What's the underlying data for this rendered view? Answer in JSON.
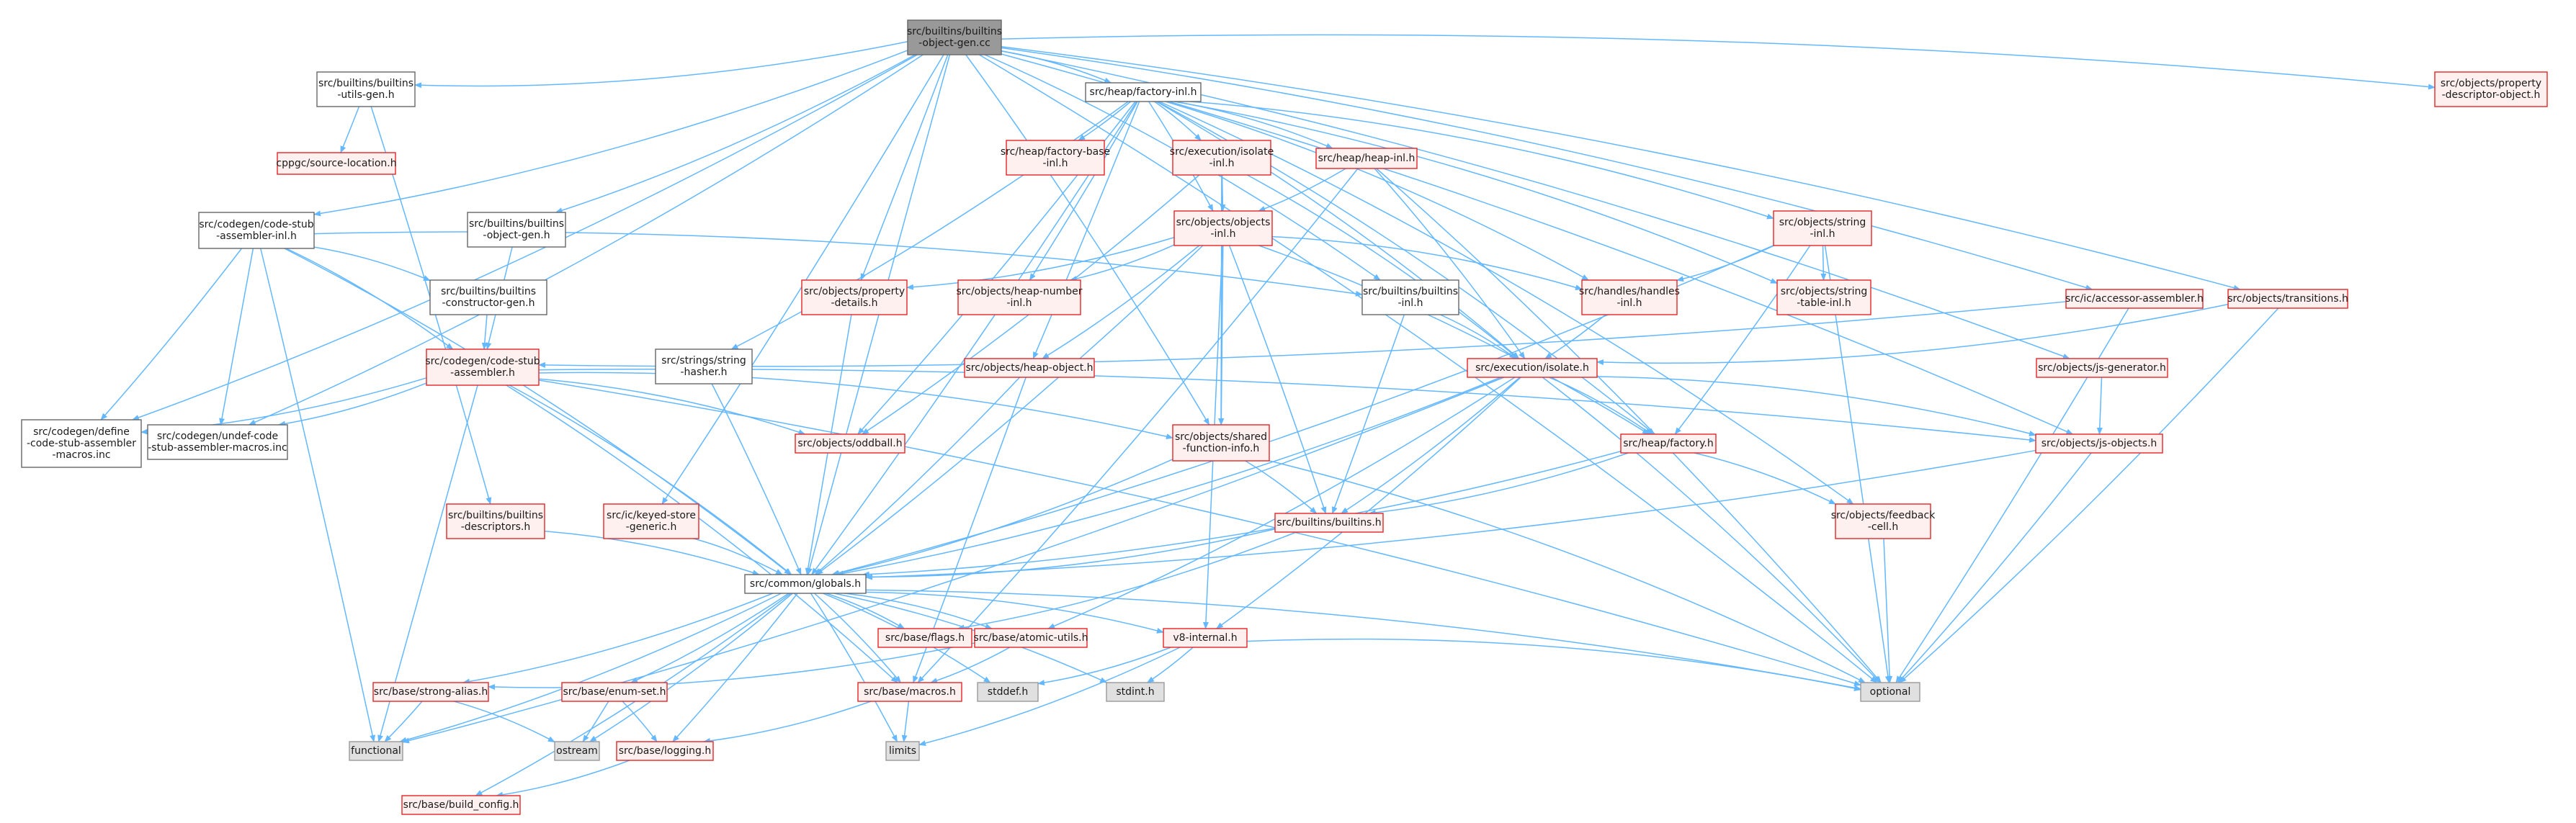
{
  "graph": {
    "title": "",
    "colors": {
      "edge": "#63b8ff",
      "node_border": "#e32626",
      "root_fill": "#999999",
      "system_fill": "#e0e0e0"
    },
    "nodes": [
      {
        "id": "root",
        "lines": [
          "src/builtins/builtins",
          "-object-gen.cc"
        ],
        "kind": "gray"
      },
      {
        "id": "utils_gen",
        "lines": [
          "src/builtins/builtins",
          "-utils-gen.h"
        ],
        "kind": "black"
      },
      {
        "id": "factory_inl",
        "lines": [
          "src/heap/factory-inl.h"
        ],
        "kind": "black"
      },
      {
        "id": "prop_desc_obj",
        "lines": [
          "src/objects/property",
          "-descriptor-object.h"
        ],
        "kind": "red"
      },
      {
        "id": "source_loc",
        "lines": [
          "cppgc/source-location.h"
        ],
        "kind": "red"
      },
      {
        "id": "factory_base",
        "lines": [
          "src/heap/factory-base",
          "-inl.h"
        ],
        "kind": "red"
      },
      {
        "id": "isolate_inl",
        "lines": [
          "src/execution/isolate",
          "-inl.h"
        ],
        "kind": "red"
      },
      {
        "id": "heap_inl",
        "lines": [
          "src/heap/heap-inl.h"
        ],
        "kind": "red"
      },
      {
        "id": "csa_inl",
        "lines": [
          "src/codegen/code-stub",
          "-assembler-inl.h"
        ],
        "kind": "black"
      },
      {
        "id": "obj_gen_h",
        "lines": [
          "src/builtins/builtins",
          "-object-gen.h"
        ],
        "kind": "black"
      },
      {
        "id": "objects_inl",
        "lines": [
          "src/objects/objects",
          "-inl.h"
        ],
        "kind": "red"
      },
      {
        "id": "string_inl",
        "lines": [
          "src/objects/string",
          "-inl.h"
        ],
        "kind": "red"
      },
      {
        "id": "ctor_gen",
        "lines": [
          "src/builtins/builtins",
          "-constructor-gen.h"
        ],
        "kind": "black"
      },
      {
        "id": "prop_details",
        "lines": [
          "src/objects/property",
          "-details.h"
        ],
        "kind": "red"
      },
      {
        "id": "heap_number",
        "lines": [
          "src/objects/heap-number",
          "-inl.h"
        ],
        "kind": "red"
      },
      {
        "id": "builtins_inl",
        "lines": [
          "src/builtins/builtins",
          "-inl.h"
        ],
        "kind": "black"
      },
      {
        "id": "handles_inl",
        "lines": [
          "src/handles/handles",
          "-inl.h"
        ],
        "kind": "red"
      },
      {
        "id": "string_table",
        "lines": [
          "src/objects/string",
          "-table-inl.h"
        ],
        "kind": "red"
      },
      {
        "id": "accessor_asm",
        "lines": [
          "src/ic/accessor-assembler.h"
        ],
        "kind": "red"
      },
      {
        "id": "transitions",
        "lines": [
          "src/objects/transitions.h"
        ],
        "kind": "red"
      },
      {
        "id": "csa",
        "lines": [
          "src/codegen/code-stub",
          "-assembler.h"
        ],
        "kind": "red"
      },
      {
        "id": "string_hasher",
        "lines": [
          "src/strings/string",
          "-hasher.h"
        ],
        "kind": "black"
      },
      {
        "id": "heap_object",
        "lines": [
          "src/objects/heap-object.h"
        ],
        "kind": "red"
      },
      {
        "id": "isolate",
        "lines": [
          "src/execution/isolate.h"
        ],
        "kind": "red"
      },
      {
        "id": "js_generator",
        "lines": [
          "src/objects/js-generator.h"
        ],
        "kind": "red"
      },
      {
        "id": "define_macros",
        "lines": [
          "src/codegen/define",
          "-code-stub-assembler",
          "-macros.inc"
        ],
        "kind": "black"
      },
      {
        "id": "undef_macros",
        "lines": [
          "src/codegen/undef-code",
          "-stub-assembler-macros.inc"
        ],
        "kind": "black"
      },
      {
        "id": "oddball",
        "lines": [
          "src/objects/oddball.h"
        ],
        "kind": "red"
      },
      {
        "id": "shared_fn",
        "lines": [
          "src/objects/shared",
          "-function-info.h"
        ],
        "kind": "red"
      },
      {
        "id": "heap_factory",
        "lines": [
          "src/heap/factory.h"
        ],
        "kind": "red"
      },
      {
        "id": "js_objects",
        "lines": [
          "src/objects/js-objects.h"
        ],
        "kind": "red"
      },
      {
        "id": "builtins_desc",
        "lines": [
          "src/builtins/builtins",
          "-descriptors.h"
        ],
        "kind": "red"
      },
      {
        "id": "keyed_store",
        "lines": [
          "src/ic/keyed-store",
          "-generic.h"
        ],
        "kind": "red"
      },
      {
        "id": "builtins_h",
        "lines": [
          "src/builtins/builtins.h"
        ],
        "kind": "red"
      },
      {
        "id": "feedback_cell",
        "lines": [
          "src/objects/feedback",
          "-cell.h"
        ],
        "kind": "red"
      },
      {
        "id": "globals",
        "lines": [
          "src/common/globals.h"
        ],
        "kind": "black"
      },
      {
        "id": "flags",
        "lines": [
          "src/base/flags.h"
        ],
        "kind": "red"
      },
      {
        "id": "atomic_utils",
        "lines": [
          "src/base/atomic-utils.h"
        ],
        "kind": "red"
      },
      {
        "id": "v8_internal",
        "lines": [
          "v8-internal.h"
        ],
        "kind": "red"
      },
      {
        "id": "strong_alias",
        "lines": [
          "src/base/strong-alias.h"
        ],
        "kind": "red"
      },
      {
        "id": "enum_set",
        "lines": [
          "src/base/enum-set.h"
        ],
        "kind": "red"
      },
      {
        "id": "macros",
        "lines": [
          "src/base/macros.h"
        ],
        "kind": "red"
      },
      {
        "id": "stddef",
        "lines": [
          "stddef.h"
        ],
        "kind": "sys"
      },
      {
        "id": "stdint",
        "lines": [
          "stdint.h"
        ],
        "kind": "sys"
      },
      {
        "id": "optional",
        "lines": [
          "optional"
        ],
        "kind": "sys"
      },
      {
        "id": "functional",
        "lines": [
          "functional"
        ],
        "kind": "sys"
      },
      {
        "id": "ostream",
        "lines": [
          "ostream"
        ],
        "kind": "sys"
      },
      {
        "id": "logging",
        "lines": [
          "src/base/logging.h"
        ],
        "kind": "red"
      },
      {
        "id": "limits",
        "lines": [
          "limits"
        ],
        "kind": "sys"
      },
      {
        "id": "build_config",
        "lines": [
          "src/base/build_config.h"
        ],
        "kind": "red"
      }
    ],
    "edges": [
      [
        "root",
        "utils_gen"
      ],
      [
        "root",
        "factory_inl"
      ],
      [
        "root",
        "prop_desc_obj"
      ],
      [
        "root",
        "csa_inl"
      ],
      [
        "root",
        "obj_gen_h"
      ],
      [
        "root",
        "define_macros"
      ],
      [
        "root",
        "undef_macros"
      ],
      [
        "root",
        "globals"
      ],
      [
        "root",
        "keyed_store"
      ],
      [
        "root",
        "prop_details"
      ],
      [
        "root",
        "builtins_inl"
      ],
      [
        "root",
        "accessor_asm"
      ],
      [
        "root",
        "transitions"
      ],
      [
        "root",
        "js_generator"
      ],
      [
        "root",
        "js_objects"
      ],
      [
        "root",
        "shared_fn"
      ],
      [
        "root",
        "optional"
      ],
      [
        "utils_gen",
        "source_loc"
      ],
      [
        "utils_gen",
        "builtins_desc"
      ],
      [
        "factory_inl",
        "factory_base"
      ],
      [
        "factory_inl",
        "isolate_inl"
      ],
      [
        "factory_inl",
        "heap_inl"
      ],
      [
        "factory_inl",
        "objects_inl"
      ],
      [
        "factory_inl",
        "string_inl"
      ],
      [
        "factory_inl",
        "heap_number"
      ],
      [
        "factory_inl",
        "handles_inl"
      ],
      [
        "factory_inl",
        "string_table"
      ],
      [
        "factory_inl",
        "string_hasher"
      ],
      [
        "factory_inl",
        "heap_object"
      ],
      [
        "factory_inl",
        "oddball"
      ],
      [
        "factory_inl",
        "globals"
      ],
      [
        "factory_inl",
        "heap_factory"
      ],
      [
        "factory_inl",
        "feedback_cell"
      ],
      [
        "factory_inl",
        "isolate"
      ],
      [
        "isolate_inl",
        "objects_inl"
      ],
      [
        "isolate_inl",
        "isolate"
      ],
      [
        "isolate_inl",
        "shared_fn"
      ],
      [
        "isolate_inl",
        "oddball"
      ],
      [
        "heap_inl",
        "objects_inl"
      ],
      [
        "heap_inl",
        "isolate"
      ],
      [
        "heap_inl",
        "optional"
      ],
      [
        "heap_inl",
        "macros"
      ],
      [
        "csa_inl",
        "ctor_gen"
      ],
      [
        "csa_inl",
        "csa"
      ],
      [
        "csa_inl",
        "define_macros"
      ],
      [
        "csa_inl",
        "undef_macros"
      ],
      [
        "csa_inl",
        "builtins_inl"
      ],
      [
        "csa_inl",
        "functional"
      ],
      [
        "csa_inl",
        "globals"
      ],
      [
        "obj_gen_h",
        "csa"
      ],
      [
        "ctor_gen",
        "csa"
      ],
      [
        "objects_inl",
        "prop_details"
      ],
      [
        "objects_inl",
        "heap_number"
      ],
      [
        "objects_inl",
        "handles_inl"
      ],
      [
        "objects_inl",
        "heap_object"
      ],
      [
        "objects_inl",
        "shared_fn"
      ],
      [
        "objects_inl",
        "builtins_h"
      ],
      [
        "objects_inl",
        "v8_internal"
      ],
      [
        "objects_inl",
        "globals"
      ],
      [
        "objects_inl",
        "heap_factory"
      ],
      [
        "string_inl",
        "handles_inl"
      ],
      [
        "string_inl",
        "string_table"
      ],
      [
        "string_inl",
        "heap_factory"
      ],
      [
        "string_inl",
        "globals"
      ],
      [
        "string_inl",
        "optional"
      ],
      [
        "builtins_inl",
        "isolate"
      ],
      [
        "builtins_inl",
        "builtins_h"
      ],
      [
        "handles_inl",
        "isolate"
      ],
      [
        "accessor_asm",
        "csa"
      ],
      [
        "accessor_asm",
        "optional"
      ],
      [
        "transitions",
        "isolate"
      ],
      [
        "transitions",
        "optional"
      ],
      [
        "csa",
        "define_macros"
      ],
      [
        "csa",
        "undef_macros"
      ],
      [
        "csa",
        "oddball"
      ],
      [
        "csa",
        "shared_fn"
      ],
      [
        "csa",
        "js_objects"
      ],
      [
        "csa",
        "globals"
      ],
      [
        "csa",
        "functional"
      ],
      [
        "csa",
        "macros"
      ],
      [
        "csa",
        "optional"
      ],
      [
        "string_hasher",
        "globals"
      ],
      [
        "prop_details",
        "globals"
      ],
      [
        "heap_object",
        "globals"
      ],
      [
        "heap_object",
        "macros"
      ],
      [
        "isolate",
        "heap_factory"
      ],
      [
        "isolate",
        "js_objects"
      ],
      [
        "isolate",
        "builtins_h"
      ],
      [
        "isolate",
        "globals"
      ],
      [
        "isolate",
        "v8_internal"
      ],
      [
        "isolate",
        "optional"
      ],
      [
        "isolate",
        "functional"
      ],
      [
        "isolate",
        "atomic_utils"
      ],
      [
        "js_generator",
        "js_objects"
      ],
      [
        "shared_fn",
        "builtins_h"
      ],
      [
        "shared_fn",
        "globals"
      ],
      [
        "shared_fn",
        "optional"
      ],
      [
        "heap_factory",
        "builtins_h"
      ],
      [
        "heap_factory",
        "feedback_cell"
      ],
      [
        "heap_factory",
        "globals"
      ],
      [
        "js_objects",
        "globals"
      ],
      [
        "js_objects",
        "optional"
      ],
      [
        "builtins_desc",
        "globals"
      ],
      [
        "keyed_store",
        "globals"
      ],
      [
        "builtins_h",
        "globals"
      ],
      [
        "builtins_h",
        "flags"
      ],
      [
        "feedback_cell",
        "optional"
      ],
      [
        "globals",
        "flags"
      ],
      [
        "globals",
        "atomic_utils"
      ],
      [
        "globals",
        "v8_internal"
      ],
      [
        "globals",
        "strong_alias"
      ],
      [
        "globals",
        "enum_set"
      ],
      [
        "globals",
        "macros"
      ],
      [
        "globals",
        "stddef"
      ],
      [
        "globals",
        "stdint"
      ],
      [
        "globals",
        "ostream"
      ],
      [
        "globals",
        "logging"
      ],
      [
        "globals",
        "limits"
      ],
      [
        "globals",
        "build_config"
      ],
      [
        "globals",
        "functional"
      ],
      [
        "globals",
        "optional"
      ],
      [
        "atomic_utils",
        "macros"
      ],
      [
        "atomic_utils",
        "strong_alias"
      ],
      [
        "v8_internal",
        "stddef"
      ],
      [
        "v8_internal",
        "stdint"
      ],
      [
        "v8_internal",
        "limits"
      ],
      [
        "v8_internal",
        "optional"
      ],
      [
        "strong_alias",
        "functional"
      ],
      [
        "strong_alias",
        "ostream"
      ],
      [
        "enum_set",
        "ostream"
      ],
      [
        "enum_set",
        "logging"
      ],
      [
        "macros",
        "logging"
      ],
      [
        "macros",
        "limits"
      ],
      [
        "logging",
        "build_config"
      ]
    ]
  }
}
